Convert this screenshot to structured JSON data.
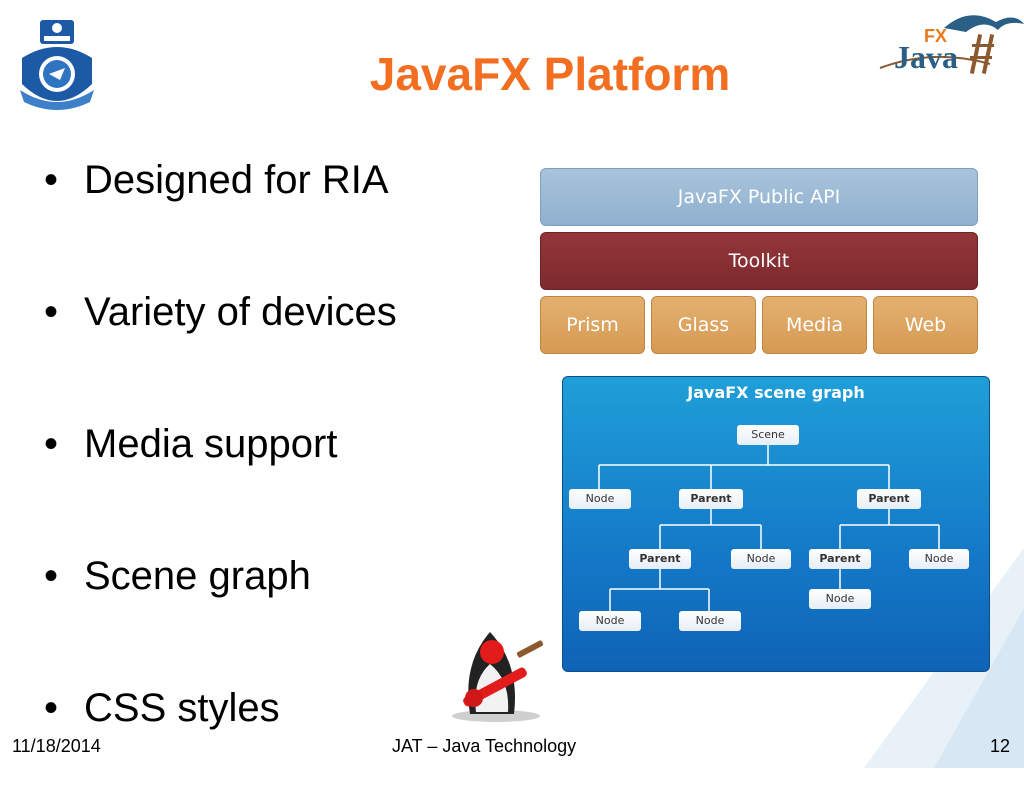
{
  "slide": {
    "title": "JavaFX Platform",
    "bullets": [
      "Designed for RIA",
      "Variety of devices",
      "Media support",
      "Scene graph",
      "CSS styles"
    ]
  },
  "architecture": {
    "api_label": "JavaFX Public API",
    "toolkit_label": "Toolkit",
    "modules": [
      "Prism",
      "Glass",
      "Media",
      "Web"
    ]
  },
  "scene_graph": {
    "title": "JavaFX scene graph",
    "root": "Scene",
    "level1": [
      "Node",
      "Parent",
      "Parent"
    ],
    "level2_left": [
      "Parent",
      "Node"
    ],
    "level2_right": [
      "Parent",
      "Node"
    ],
    "level3_left": [
      "Node",
      "Node"
    ],
    "level3_right": [
      "Node"
    ]
  },
  "footer": {
    "date": "11/18/2014",
    "center": "JAT – Java Technology",
    "page": "12"
  },
  "colors": {
    "title": "#f26f21",
    "api": "#9bb9d6",
    "toolkit": "#852f33",
    "modules": "#dca25f",
    "scene_bg": "#1479c8"
  },
  "icons": {
    "left_logo": "university-crest-icon",
    "right_logo": "javafx-logo-icon",
    "mascot": "duke-guitar-icon"
  }
}
